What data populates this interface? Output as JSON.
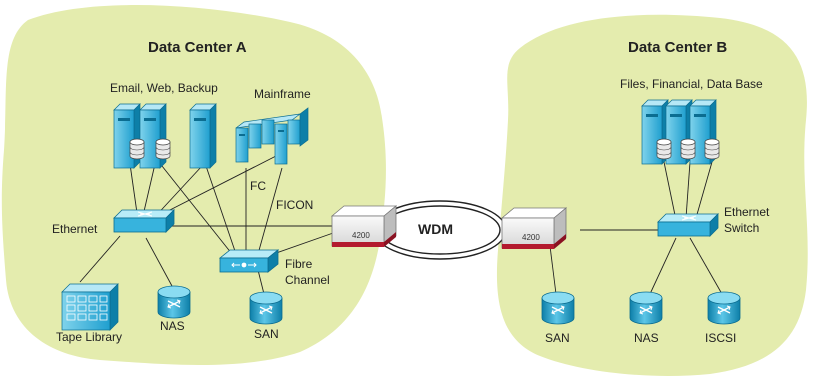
{
  "colors": {
    "blob_fill": "#e4ecae",
    "cyan_light": "#7fd3ec",
    "cyan_mid": "#2aa9d6",
    "cyan_dark": "#0d7fa8",
    "link": "#222222",
    "unit_red": "#b31a2e",
    "unit_face": "#f2f2f2"
  },
  "site_a": {
    "title": "Data Center A",
    "servers_label": "Email, Web, Backup",
    "mainframe_label": "Mainframe",
    "fc_label": "FC",
    "ficon_label": "FICON",
    "ethernet_label": "Ethernet",
    "fibre_label_1": "Fibre",
    "fibre_label_2": "Channel",
    "tape_label": "Tape Library",
    "nas_label": "NAS",
    "san_label": "SAN"
  },
  "site_b": {
    "title": "Data Center B",
    "servers_label": "Files, Financial, Data Base",
    "switch_label_1": "Ethernet",
    "switch_label_2": "Switch",
    "san_label": "SAN",
    "nas_label": "NAS",
    "iscsi_label": "ISCSI"
  },
  "link": {
    "wdm_label": "WDM",
    "unit_a_model": "4200",
    "unit_b_model": "4200"
  },
  "icons": [
    "server-icon",
    "storage-disk-icon",
    "mainframe-icon",
    "switch-icon",
    "tape-library-icon",
    "wdm-unit-icon"
  ]
}
